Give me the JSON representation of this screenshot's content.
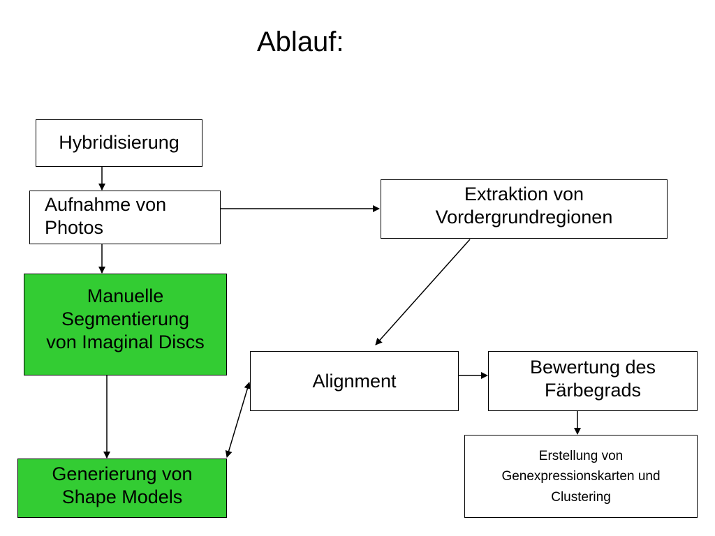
{
  "title": "Ablauf:",
  "nodes": {
    "hybridisierung": "Hybridisierung",
    "aufnahme": "Aufnahme von\nPhotos",
    "manuelle": "Manuelle\nSegmentierung\nvon Imaginal Discs",
    "generierung": "Generierung von\nShape Models",
    "extraktion": "Extraktion von\nVordergrundregionen",
    "alignment": "Alignment",
    "bewertung": "Bewertung des\nFärbegrads",
    "erstellung": "Erstellung von\nGenexpressionskarten und\nClustering"
  },
  "colors": {
    "highlight": "#33cc33",
    "border": "#000000"
  }
}
